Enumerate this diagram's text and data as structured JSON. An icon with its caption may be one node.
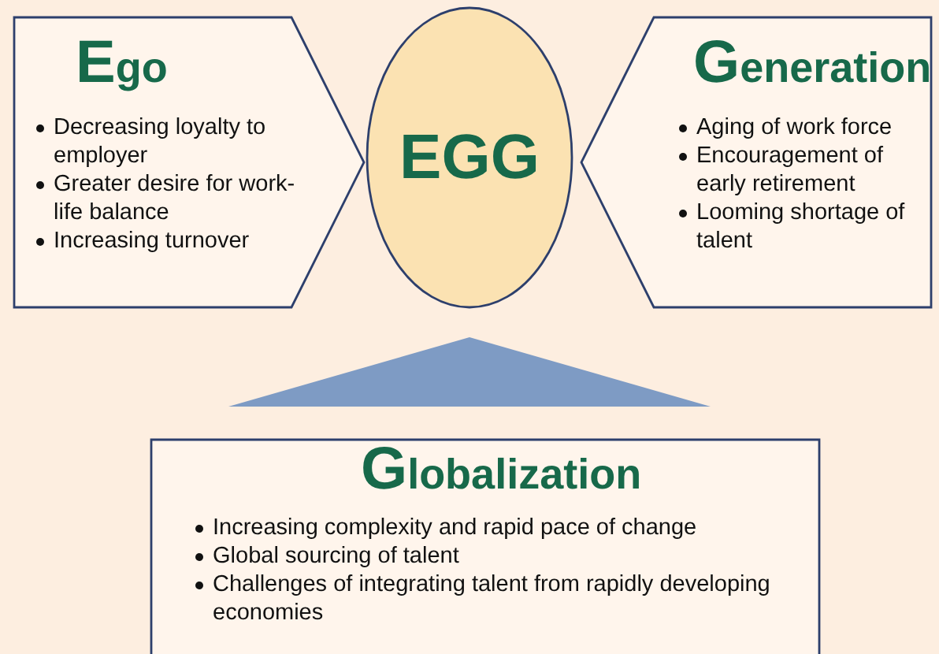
{
  "diagram": {
    "nodes": [
      {
        "text": [
          "Ego",
          "Decreasing loyalty to employer",
          "Greater desire for work-life balance",
          "Increasing turnover"
        ]
      },
      {
        "text": [
          "EGG"
        ]
      },
      {
        "text": [
          "Generation",
          "Aging of work force",
          "Encouragement of early retirement",
          "Looming shortage of talent"
        ]
      },
      {
        "text": [
          "Globalization",
          "Increasing complexity and rapid pace of change",
          "Global sourcing of talent",
          "Challenges of integrating talent from rapidly developing economies"
        ]
      }
    ],
    "edges": [
      {
        "from": 3,
        "to": 1,
        "arrow": "to"
      }
    ]
  }
}
